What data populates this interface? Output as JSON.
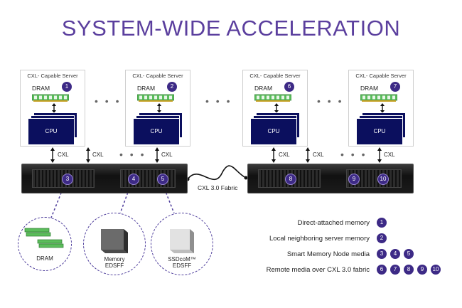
{
  "title": "SYSTEM-WIDE ACCELERATION",
  "servers": [
    {
      "label": "CXL- Capable Server",
      "dram": "DRAM",
      "num": "1",
      "cpu": "CPU"
    },
    {
      "label": "CXL- Capable Server",
      "dram": "DRAM",
      "num": "2",
      "cpu": "CPU"
    },
    {
      "label": "CXL- Capable Server",
      "dram": "DRAM",
      "num": "6",
      "cpu": "CPU"
    },
    {
      "label": "CXL- Capable Server",
      "dram": "DRAM",
      "num": "7",
      "cpu": "CPU"
    }
  ],
  "cxl": "CXL",
  "dots": "• • •",
  "chassis_left": {
    "badges": [
      "3",
      "4",
      "5"
    ]
  },
  "chassis_right": {
    "badges": [
      "8",
      "9",
      "10"
    ]
  },
  "fabric_label": "CXL 3.0 Fabric",
  "circles": {
    "dram": "DRAM",
    "memory_edsff": [
      "Memory",
      "EDSFF"
    ],
    "ssd_edsff": [
      "SSDcoM™",
      "EDSFF"
    ]
  },
  "legend": [
    {
      "text": "Direct-attached memory",
      "badges": [
        "1"
      ]
    },
    {
      "text": "Local neighboring server memory",
      "badges": [
        "2"
      ]
    },
    {
      "text": "Smart Memory Node media",
      "badges": [
        "3",
        "4",
        "5"
      ]
    },
    {
      "text": "Remote media over CXL 3.0 fabric",
      "badges": [
        "6",
        "7",
        "8",
        "9",
        "10"
      ]
    }
  ],
  "colors": {
    "accent": "#5b3f9e",
    "badge": "#3d2a86",
    "cpu": "#0b0f5e",
    "dram": "#4cae4c"
  }
}
